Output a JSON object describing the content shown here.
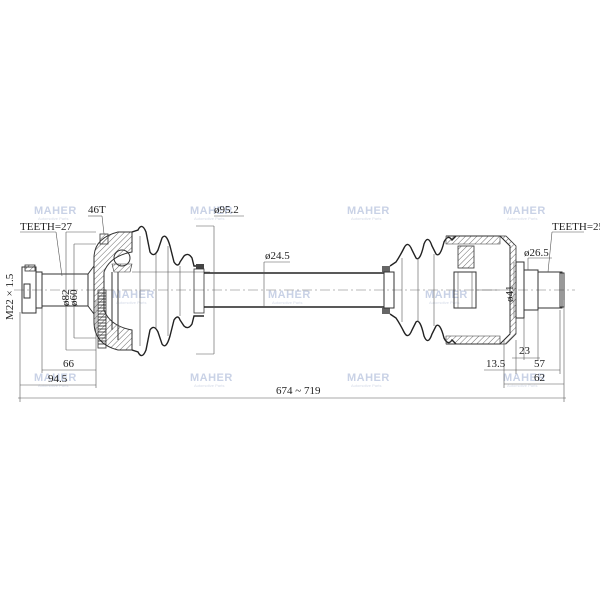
{
  "watermark": {
    "brand": "MAHER",
    "subtitle": "Automotive Parts",
    "color": "#c9d2e6"
  },
  "dimensions": {
    "outer_thread": "M22 × 1.5",
    "outer_teeth": "TEETH=27",
    "abs_ring": "46T",
    "outer_dia_1": "ø82",
    "outer_dia_2": "ø60",
    "boot_dia": "ø95.2",
    "shaft_dia": "ø24.5",
    "inner_teeth": "TEETH=25",
    "inner_spline_dia": "ø26.5",
    "inner_housing_dia": "ø41",
    "len_66": "66",
    "len_94_5": "94.5",
    "len_13_5": "13.5",
    "len_23": "23",
    "len_57": "57",
    "len_62": "62",
    "total_length": "674 ~ 719"
  }
}
